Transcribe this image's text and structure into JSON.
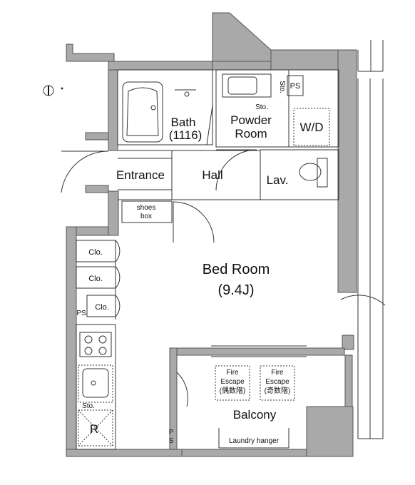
{
  "rooms": {
    "bath": {
      "name": "Bath",
      "size": "(1116)"
    },
    "powder_room": {
      "line1": "Powder",
      "line2": "Room"
    },
    "wd": "W/D",
    "entrance": "Entrance",
    "hall": "Hall",
    "lav": "Lav.",
    "bed_room": {
      "name": "Bed Room",
      "size": "(9.4J)"
    },
    "balcony": "Balcony"
  },
  "fixtures": {
    "shoes_box": {
      "line1": "shoes",
      "line2": "box"
    },
    "clo_1": "Clo.",
    "clo_2": "Clo.",
    "clo_3": "Clo.",
    "ps_top": "PS",
    "ps_left": "PS",
    "ps_balcony_1": "P",
    "ps_balcony_2": "S",
    "sto_vertical": "Sto.",
    "sto_powder": "Sto.",
    "sto_kitchen": "Sto.",
    "refrigerator": "R",
    "laundry_hanger": "Laundry hanger",
    "fire_escape_1": {
      "line1": "Fire",
      "line2": "Escape",
      "line3": "(偶数階)"
    },
    "fire_escape_2": {
      "line1": "Fire",
      "line2": "Escape",
      "line3": "(奇数階)"
    }
  },
  "colors": {
    "wall": "#a9a9a9",
    "line": "#333333",
    "background": "#ffffff"
  }
}
